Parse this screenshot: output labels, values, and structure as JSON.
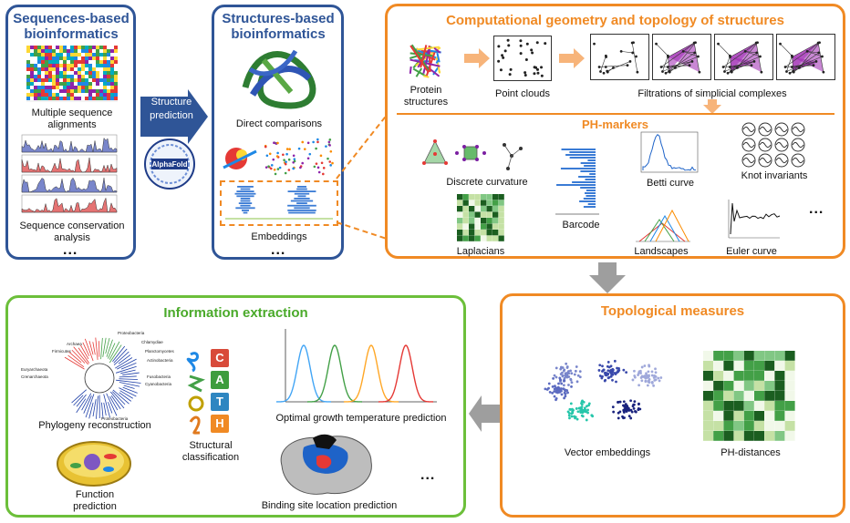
{
  "sequences": {
    "title": "Sequences-based bioinformatics",
    "msa_label": "Multiple sequence alignments",
    "conservation_label": "Sequence conservation analysis",
    "more": "..."
  },
  "structure_prediction": {
    "label": "Structure prediction",
    "logo_text": "AlphaFold"
  },
  "structures": {
    "title": "Structures-based bioinformatics",
    "direct_label": "Direct comparisons",
    "embeddings_label": "Embeddings",
    "more": "..."
  },
  "geometry": {
    "title": "Computational geometry and topology of structures",
    "protein_label": "Protein structures",
    "clouds_label": "Point clouds",
    "filtrations_label": "Filtrations of simplicial complexes"
  },
  "ph_markers": {
    "title": "PH-markers",
    "curvature_label": "Discrete curvature",
    "barcode_label": "Barcode",
    "betti_label": "Betti curve",
    "knot_label": "Knot invariants",
    "laplacians_label": "Laplacians",
    "landscapes_label": "Landscapes",
    "euler_label": "Euler curve",
    "more": "..."
  },
  "topological": {
    "title": "Topological measures",
    "vector_label": "Vector embeddings",
    "ph_distances_label": "PH-distances"
  },
  "information": {
    "title": "Information extraction",
    "phylogeny_label": "Phylogeny reconstruction",
    "function_label": "Function prediction",
    "structural_label": "Structural classification",
    "cath": [
      "C",
      "A",
      "T",
      "H"
    ],
    "growth_label": "Optimal growth temperature prediction",
    "binding_label": "Binding site location prediction",
    "more": "...",
    "tree_labels": [
      "Archaea",
      "Proteobacteria",
      "Firmicutes",
      "Chlamydiae",
      "Planctomycetes",
      "Actinobacteria",
      "Fusobacteria",
      "Cyanobacteria",
      "Euryarchaeota",
      "Crenarchaeota",
      "Proteobacteria"
    ]
  },
  "colors": {
    "blue": "#2f5597",
    "orange": "#f08a24",
    "green": "#6cbf3a"
  }
}
